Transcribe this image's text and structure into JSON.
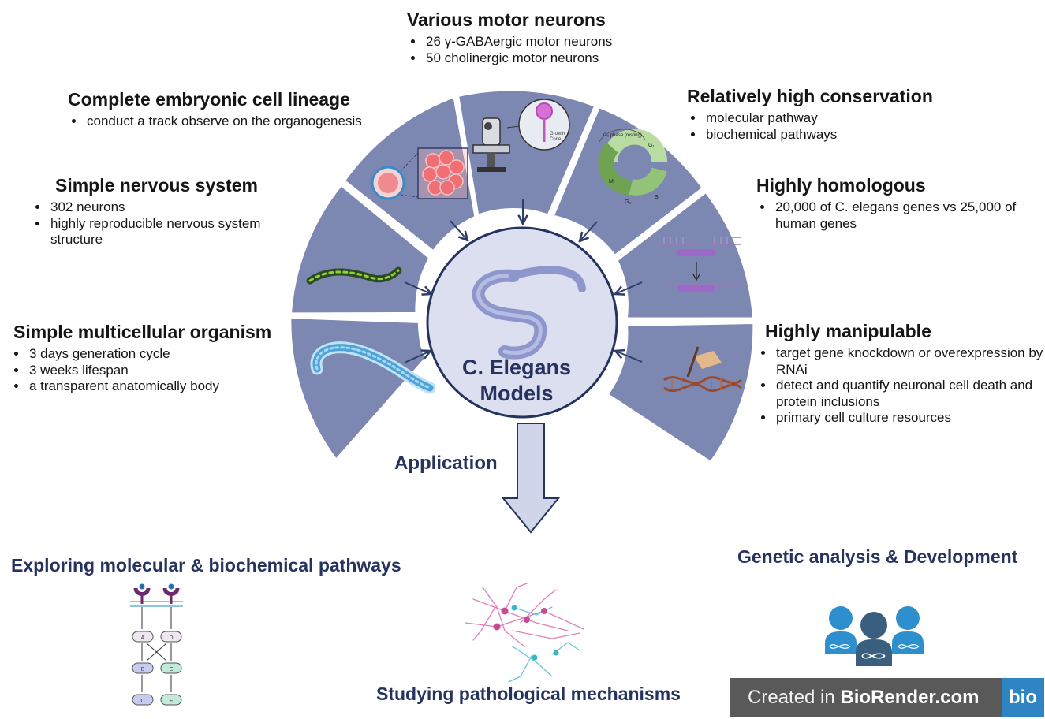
{
  "center": {
    "line1": "C. Elegans",
    "line2": "Models"
  },
  "features": [
    {
      "title": "Various motor neurons",
      "bullets": [
        "26 γ-GABAergic motor neurons",
        "50 cholinergic motor neurons"
      ]
    },
    {
      "title": "Complete embryonic cell lineage",
      "bullets": [
        "conduct a track observe on the organogenesis"
      ]
    },
    {
      "title": "Relatively high conservation",
      "bullets": [
        "molecular pathway",
        "biochemical pathways"
      ]
    },
    {
      "title": "Simple nervous system",
      "bullets": [
        "302 neurons",
        "highly reproducible nervous system structure"
      ]
    },
    {
      "title": "Highly homologous",
      "bullets": [
        "20,000 of C. elegans genes vs 25,000 of human genes"
      ]
    },
    {
      "title": "Simple multicellular organism",
      "bullets": [
        "3 days generation cycle",
        "3 weeks lifespan",
        "a transparent anatomically body"
      ]
    },
    {
      "title": "Highly manipulable",
      "bullets": [
        "target gene knockdown or overexpression by RNAi",
        "detect and quantify neuronal cell death and protein inclusions",
        "primary cell culture resources"
      ]
    }
  ],
  "cell_cycle_labels": {
    "phase": "G₀ phase (resting)",
    "g1": "G₁",
    "m": "M",
    "g2": "G₂",
    "s": "S"
  },
  "neuron_label": {
    "line1": "Growth",
    "line2": "Cone"
  },
  "pathway_labels": [
    "A",
    "D",
    "B",
    "E",
    "C",
    "F"
  ],
  "application": "Application",
  "outcomes": {
    "molecular": "Exploring molecular & biochemical pathways",
    "pathological": "Studying pathological mechanisms",
    "genetic": "Genetic analysis & Development"
  },
  "banner": {
    "prefix": "Created in ",
    "brand": "BioRender.com",
    "logo": "bio"
  },
  "colors": {
    "segment": "#7c87b2",
    "segment_stroke": "#ffffff",
    "center_fill": "#dcdfef",
    "center_stroke": "#26335e",
    "arrow": "#2f3e69",
    "app_arrow_fill": "#d0d5ea",
    "title_navy": "#26335e"
  }
}
